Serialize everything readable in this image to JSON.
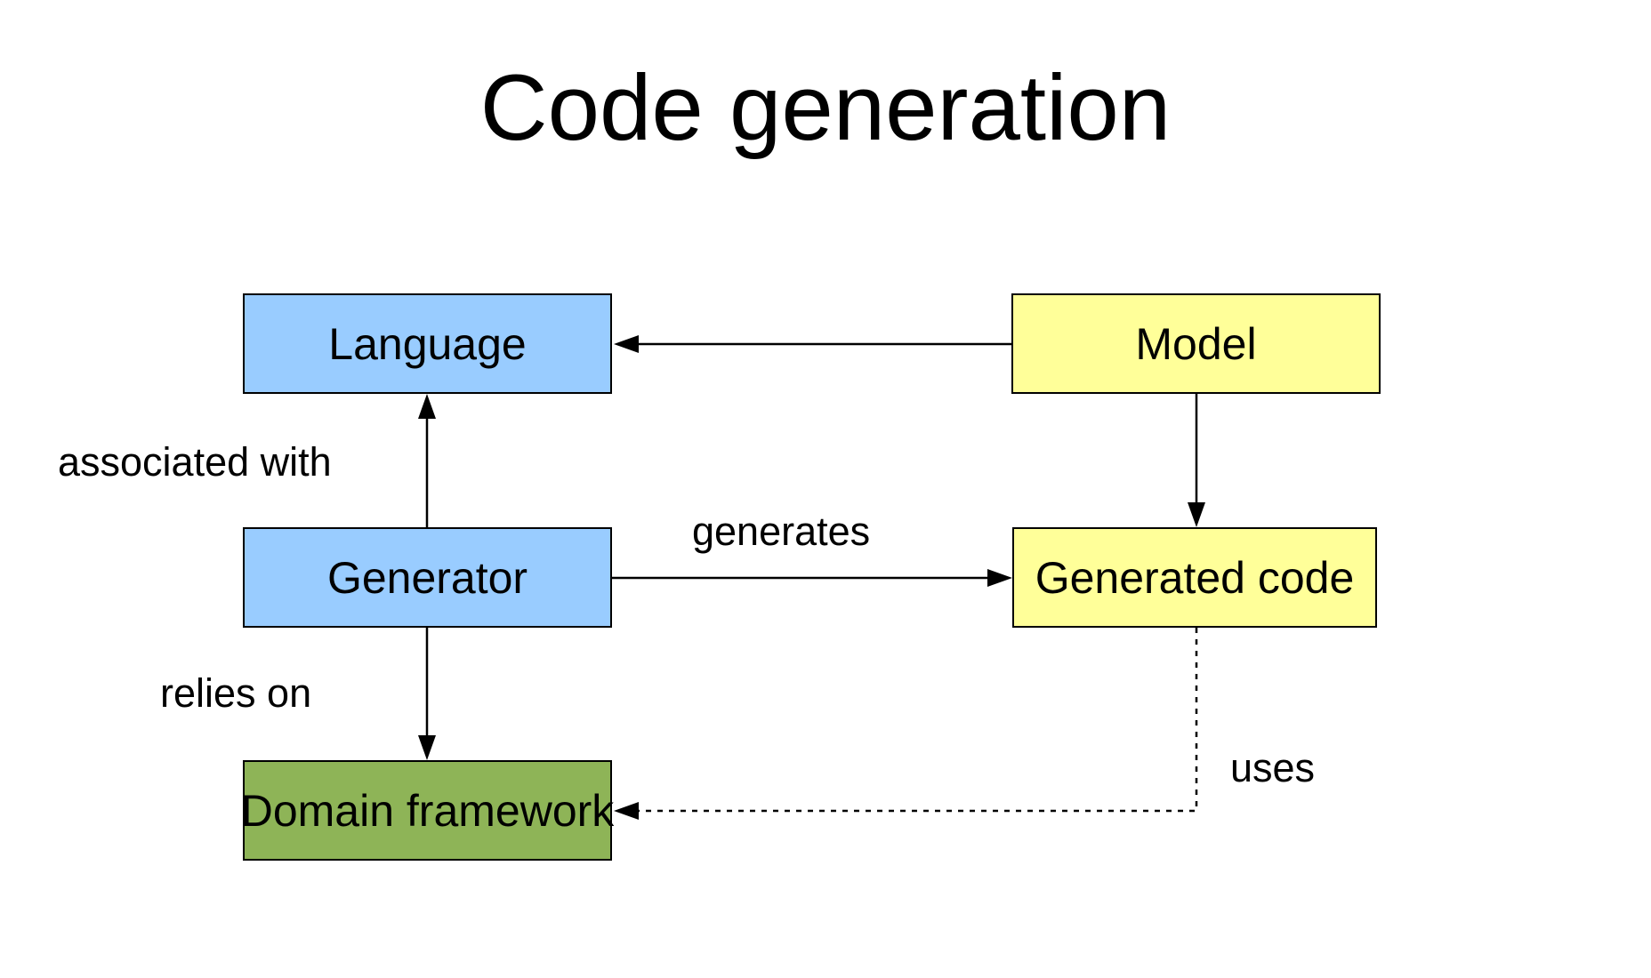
{
  "title": "Code generation",
  "colors": {
    "background": "#ffffff",
    "box_border": "#000000",
    "arrow": "#000000",
    "text": "#000000",
    "node_blue": "#99ccff",
    "node_yellow": "#ffff99",
    "node_green": "#8eb457"
  },
  "nodes": {
    "language": {
      "label": "Language",
      "fill": "#99ccff"
    },
    "model": {
      "label": "Model",
      "fill": "#ffff99"
    },
    "generator": {
      "label": "Generator",
      "fill": "#99ccff"
    },
    "generated_code": {
      "label": "Generated code",
      "fill": "#ffff99"
    },
    "domain_framework": {
      "label": "Domain framework",
      "fill": "#8eb457"
    }
  },
  "edges": [
    {
      "id": "model-to-language",
      "from": "model",
      "to": "language",
      "label": "",
      "style": "solid"
    },
    {
      "id": "generator-to-language",
      "from": "generator",
      "to": "language",
      "label": "associated with",
      "style": "solid"
    },
    {
      "id": "generator-to-generated-code",
      "from": "generator",
      "to": "generated_code",
      "label": "generates",
      "style": "solid"
    },
    {
      "id": "model-to-generated-code",
      "from": "model",
      "to": "generated_code",
      "label": "",
      "style": "solid"
    },
    {
      "id": "generator-to-domain-framework",
      "from": "generator",
      "to": "domain_framework",
      "label": "relies on",
      "style": "solid"
    },
    {
      "id": "generated-code-to-domain-framework",
      "from": "generated_code",
      "to": "domain_framework",
      "label": "uses",
      "style": "dotted"
    }
  ]
}
